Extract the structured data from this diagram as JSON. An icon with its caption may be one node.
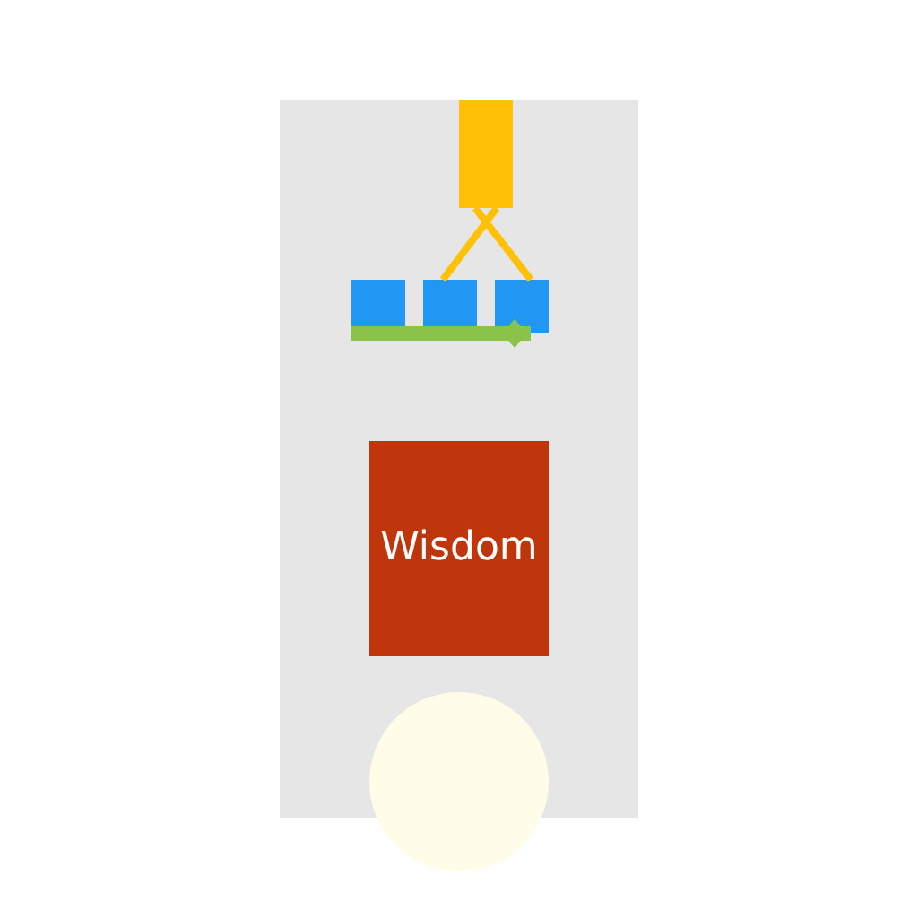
{
  "diagram": {
    "nodes": [
      {
        "text": [],
        "shape": "box"
      },
      {
        "text": [],
        "shape": "box",
        "in": 0
      },
      {
        "text": [],
        "shape": "box",
        "in": 0
      },
      {
        "text": [],
        "shape": "box",
        "in": 0
      },
      {
        "text": [],
        "shape": "box",
        "in": 0
      },
      {
        "text": [
          "Wisdom"
        ],
        "in": 0
      },
      {
        "text": [],
        "shape": "circle"
      }
    ],
    "edges": [
      {
        "from": 1,
        "to": 3,
        "arrow": "none"
      },
      {
        "from": 1,
        "to": 4,
        "arrow": "none"
      },
      {
        "from": 2,
        "to": 4,
        "arrow": "other",
        "style": "thick",
        "color": "#8bc34a"
      }
    ]
  }
}
